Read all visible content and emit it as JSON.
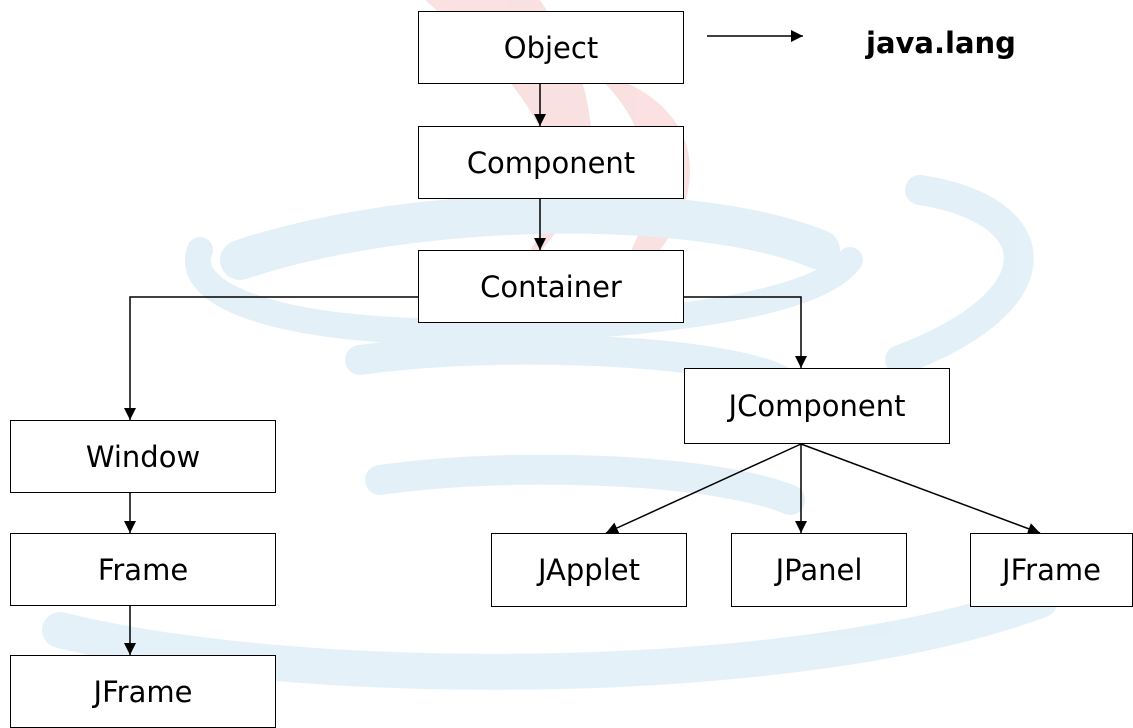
{
  "colors": {
    "background": "#ffffff",
    "box_border": "#000000",
    "text": "#000000",
    "watermark_red": "#f7c9c9",
    "watermark_blue": "#cfe5f4"
  },
  "nodes": {
    "object": "Object",
    "component": "Component",
    "container": "Container",
    "jcomponent": "JComponent",
    "window": "Window",
    "frame": "Frame",
    "jframe_left": "JFrame",
    "japplet": "JApplet",
    "jpanel": "JPanel",
    "jframe_right": "JFrame"
  },
  "package_label": "java.lang",
  "watermark": "java-logo"
}
